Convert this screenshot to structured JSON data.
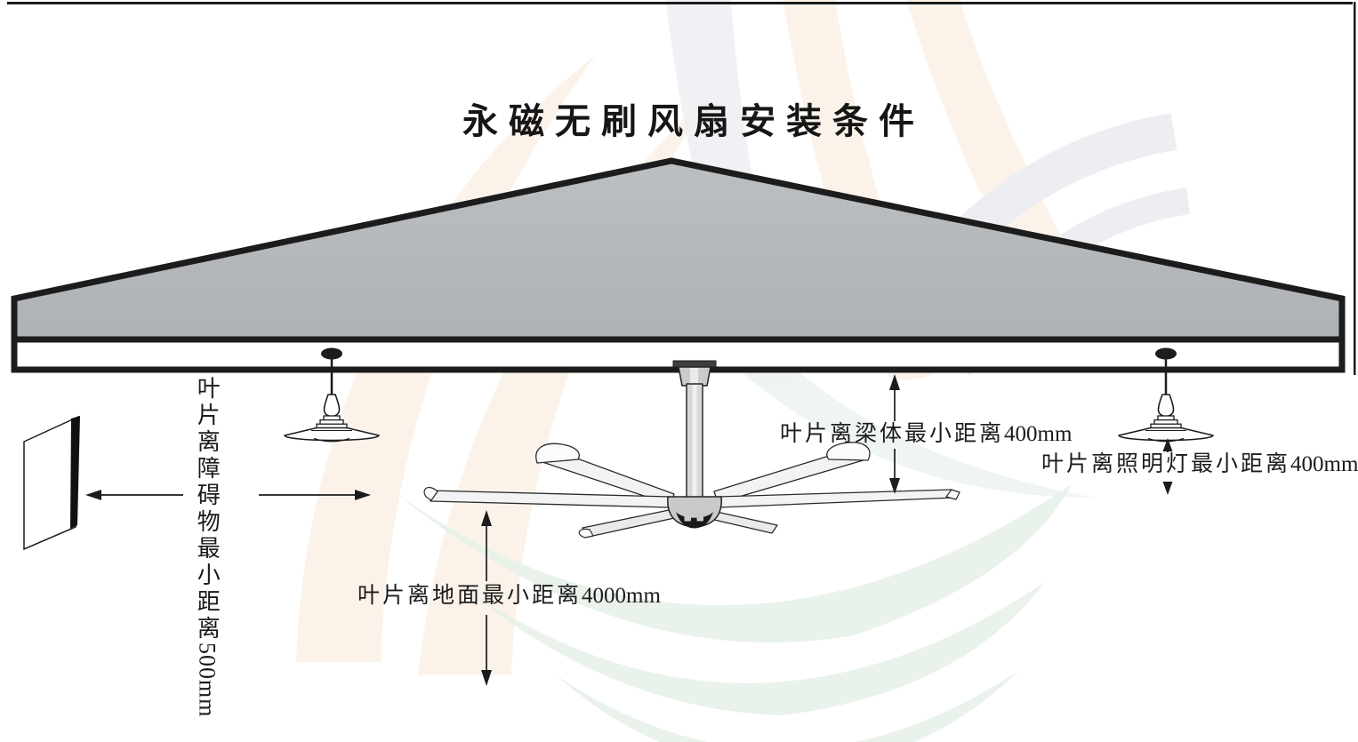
{
  "title": "永磁无刷风扇安装条件",
  "annotations": {
    "obstacle": {
      "text": "叶片离障碍物最小距离",
      "value": "500mm"
    },
    "beam": {
      "text": "叶片离梁体最小距离",
      "value": "400mm"
    },
    "light": {
      "text": "叶片离照明灯最小距离",
      "value": "400mm"
    },
    "ground": {
      "text": "叶片离地面最小距离",
      "value": "4000mm"
    }
  },
  "colors": {
    "outline": "#1c1c1c",
    "roof_fill": "#b5b8bb",
    "blade_fill": "#f2f3f4",
    "hub_fill": "#c7c9cb",
    "watermark_cream": "#faf1e6",
    "watermark_mint": "#e6f0e9",
    "watermark_gray": "#edeef2"
  }
}
